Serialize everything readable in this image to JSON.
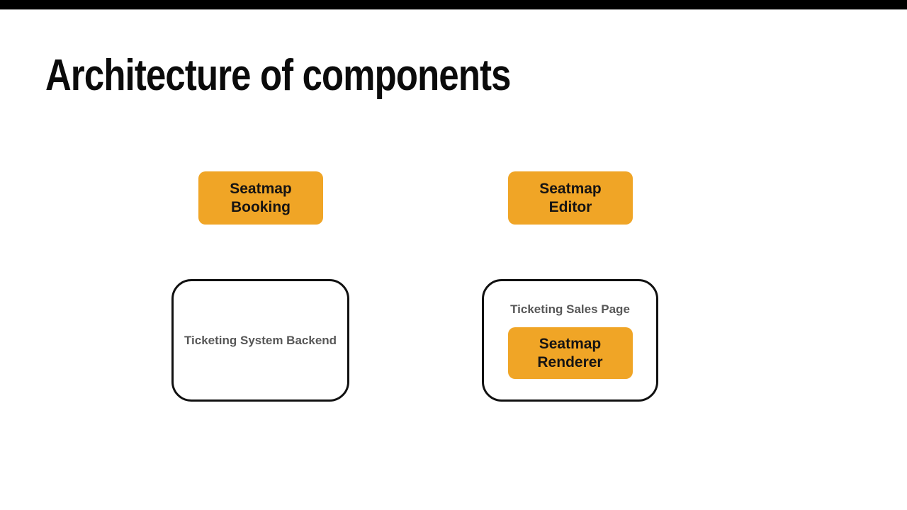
{
  "slide": {
    "title": "Architecture of components"
  },
  "diagram": {
    "seatmap_booking": {
      "label": "Seatmap\nBooking"
    },
    "seatmap_editor": {
      "label": "Seatmap\nEditor"
    },
    "ticketing_system_backend": {
      "label": "Ticketing System Backend"
    },
    "ticketing_sales_page": {
      "label": "Ticketing Sales Page"
    },
    "seatmap_renderer": {
      "label": "Seatmap\nRenderer"
    }
  },
  "colors": {
    "node_fill_orange": "#F0A526",
    "node_text": "#161413",
    "container_border": "#111111",
    "container_label_gray": "#575757",
    "top_bar": "#000000",
    "top_bar_edge_line": "#9c9c9c",
    "background": "#ffffff",
    "title_text": "#0b0b0b"
  }
}
